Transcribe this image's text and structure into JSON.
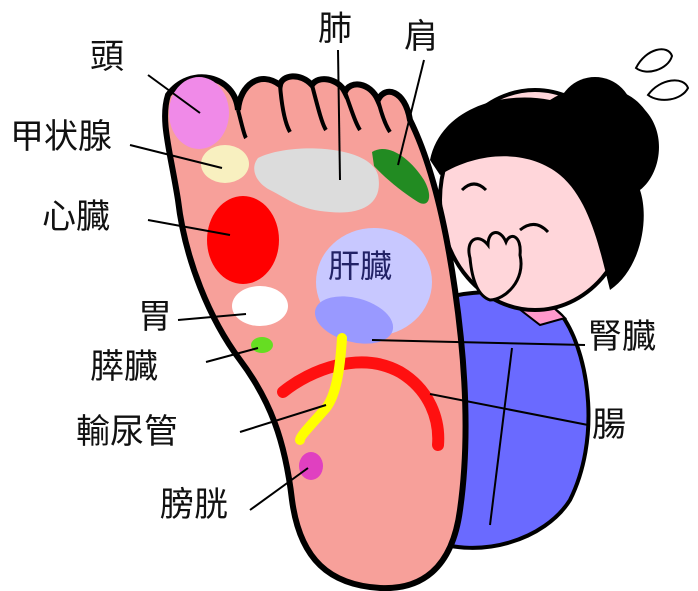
{
  "labels": {
    "head": "頭",
    "thyroid": "甲状腺",
    "heart": "心臓",
    "stomach": "胃",
    "pancreas": "膵臓",
    "ureter": "輸尿管",
    "bladder": "膀胱",
    "lung": "肺",
    "shoulder": "肩",
    "liver": "肝臓",
    "kidney": "腎臓",
    "intestine": "腸"
  },
  "colors": {
    "foot": "#f7a09a",
    "head": "#f08ae8",
    "thyroid": "#f8f0c0",
    "heart": "#ff0000",
    "stomach": "#ffffff",
    "pancreas": "#66dd22",
    "ureter": "#ffff00",
    "bladder": "#e040c0",
    "lung": "#dcdcdc",
    "shoulder": "#228b22",
    "liver": "#c8c8ff",
    "kidney": "#9999ff",
    "intestine": "#ff1010",
    "clothing": "#6a6aff",
    "hair": "#000000",
    "skin": "#ffd6da"
  }
}
